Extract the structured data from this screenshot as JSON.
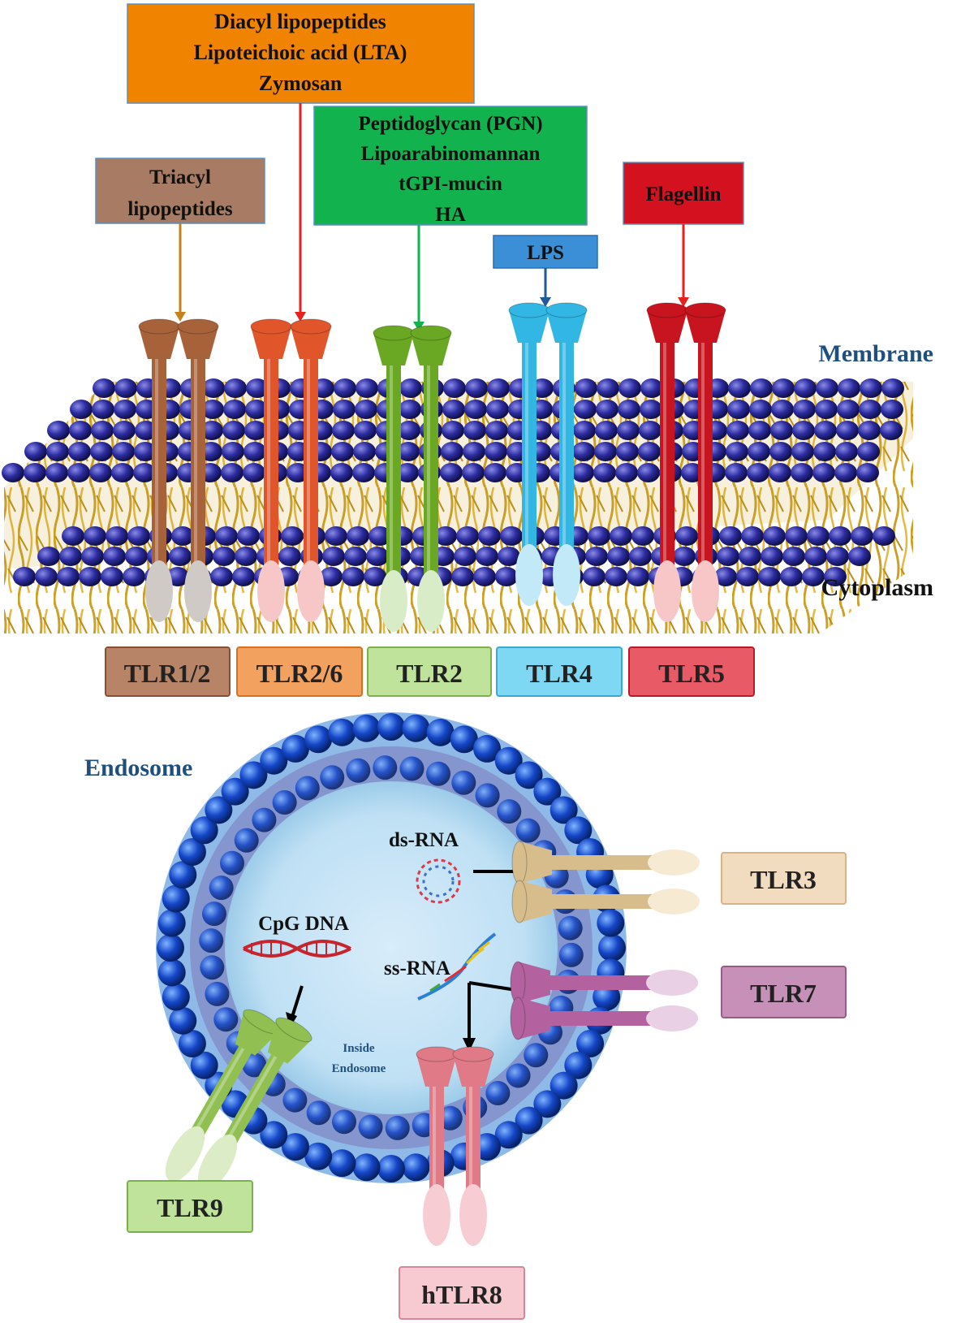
{
  "ligands": {
    "triacyl": [
      "Triacyl",
      "lipopeptides"
    ],
    "diacyl": [
      "Diacyl lipopeptides",
      "Lipoteichoic acid (LTA)",
      "Zymosan"
    ],
    "pgn": [
      "Peptidoglycan (PGN)",
      "Lipoarabinomannan",
      "tGPI-mucin",
      "HA"
    ],
    "lps": "LPS",
    "flagellin": "Flagellin"
  },
  "regions": {
    "membrane": "Membrane",
    "cytoplasm": "Cytoplasm",
    "endosome": "Endosome",
    "inside_endosome": [
      "Inside",
      "Endosome"
    ]
  },
  "surface_receptors": [
    "TLR1/2",
    "TLR2/6",
    "TLR2",
    "TLR4",
    "TLR5"
  ],
  "endosomal_ligands": {
    "dsrna": "ds-RNA",
    "cpg": "CpG DNA",
    "ssrna": "ss-RNA"
  },
  "endosomal_receptors": {
    "tlr3": "TLR3",
    "tlr7": "TLR7",
    "tlr9": "TLR9",
    "htlr8": "hTLR8"
  },
  "colors": {
    "triacyl_box": "#a87c64",
    "diacyl_box": "#f08400",
    "pgn_box": "#12b34f",
    "lps_box": "#3b8fd6",
    "flagellin_box": "#d4111f",
    "tlr12": "#a8623a",
    "tlr26": "#e0552a",
    "tlr2": "#6aa823",
    "tlr4": "#32b6e4",
    "tlr5": "#c8141e",
    "tlr3": "#d7bd8c",
    "tlr7": "#b3629f",
    "tlr9": "#91bf52",
    "tlr8": "#e07a86",
    "lipid_head": "#2c2c8c",
    "lipid_tail": "#c99a1c",
    "label_blue": "#1f4f7e"
  }
}
